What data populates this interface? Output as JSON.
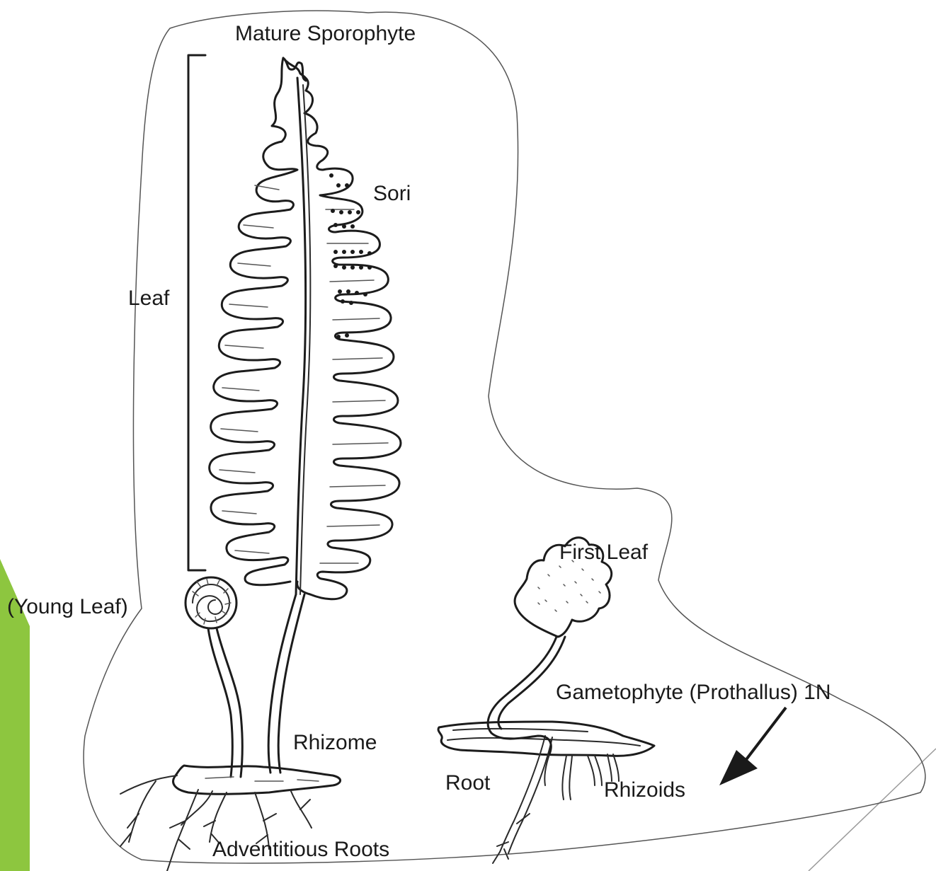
{
  "labels": {
    "mature_sporophyte": "Mature Sporophyte",
    "sori": "Sori",
    "leaf": "Leaf",
    "young_leaf": "(Young Leaf)",
    "rhizome": "Rhizome",
    "adventitious_roots": "Adventitious Roots",
    "first_leaf": "First Leaf",
    "gametophyte": "Gametophyte (Prothallus) 1N",
    "root": "Root",
    "rhizoids": "Rhizoids"
  },
  "colors": {
    "accent_green": "#8dc63f",
    "ink": "#1c1c1c",
    "background": "#ffffff"
  }
}
